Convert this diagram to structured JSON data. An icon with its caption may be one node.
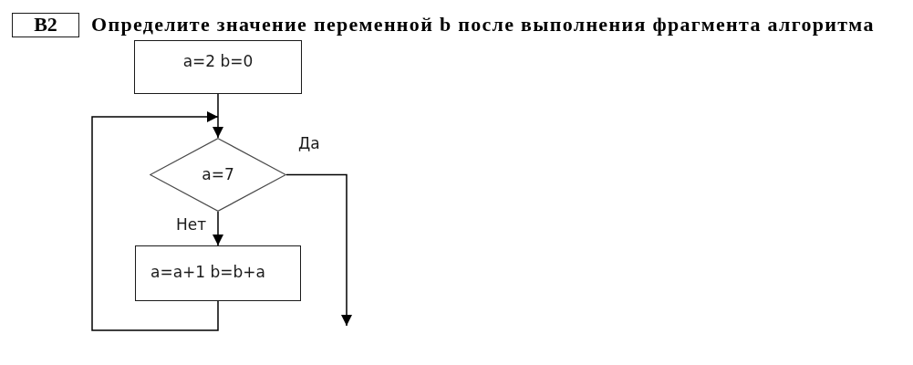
{
  "diagram": {
    "title": "Определите значение переменной b после выполнения фрагмента алгоритма",
    "nodes": [
      {
        "text": [
          "B2"
        ]
      },
      {
        "text": [
          "a=2 b=0"
        ]
      },
      {
        "text": [
          "a=7"
        ]
      },
      {
        "text": [
          "a=a+1 b=b+a"
        ]
      }
    ],
    "edges": [
      {
        "from": 1,
        "to": 2,
        "arrow": "to"
      },
      {
        "from": 2,
        "to": 3,
        "arrow": "to",
        "label": "Нет"
      },
      {
        "from": 2,
        "to": null,
        "arrow": "to",
        "label": "Да"
      },
      {
        "from": 3,
        "to": 2,
        "arrow": "to"
      }
    ]
  }
}
